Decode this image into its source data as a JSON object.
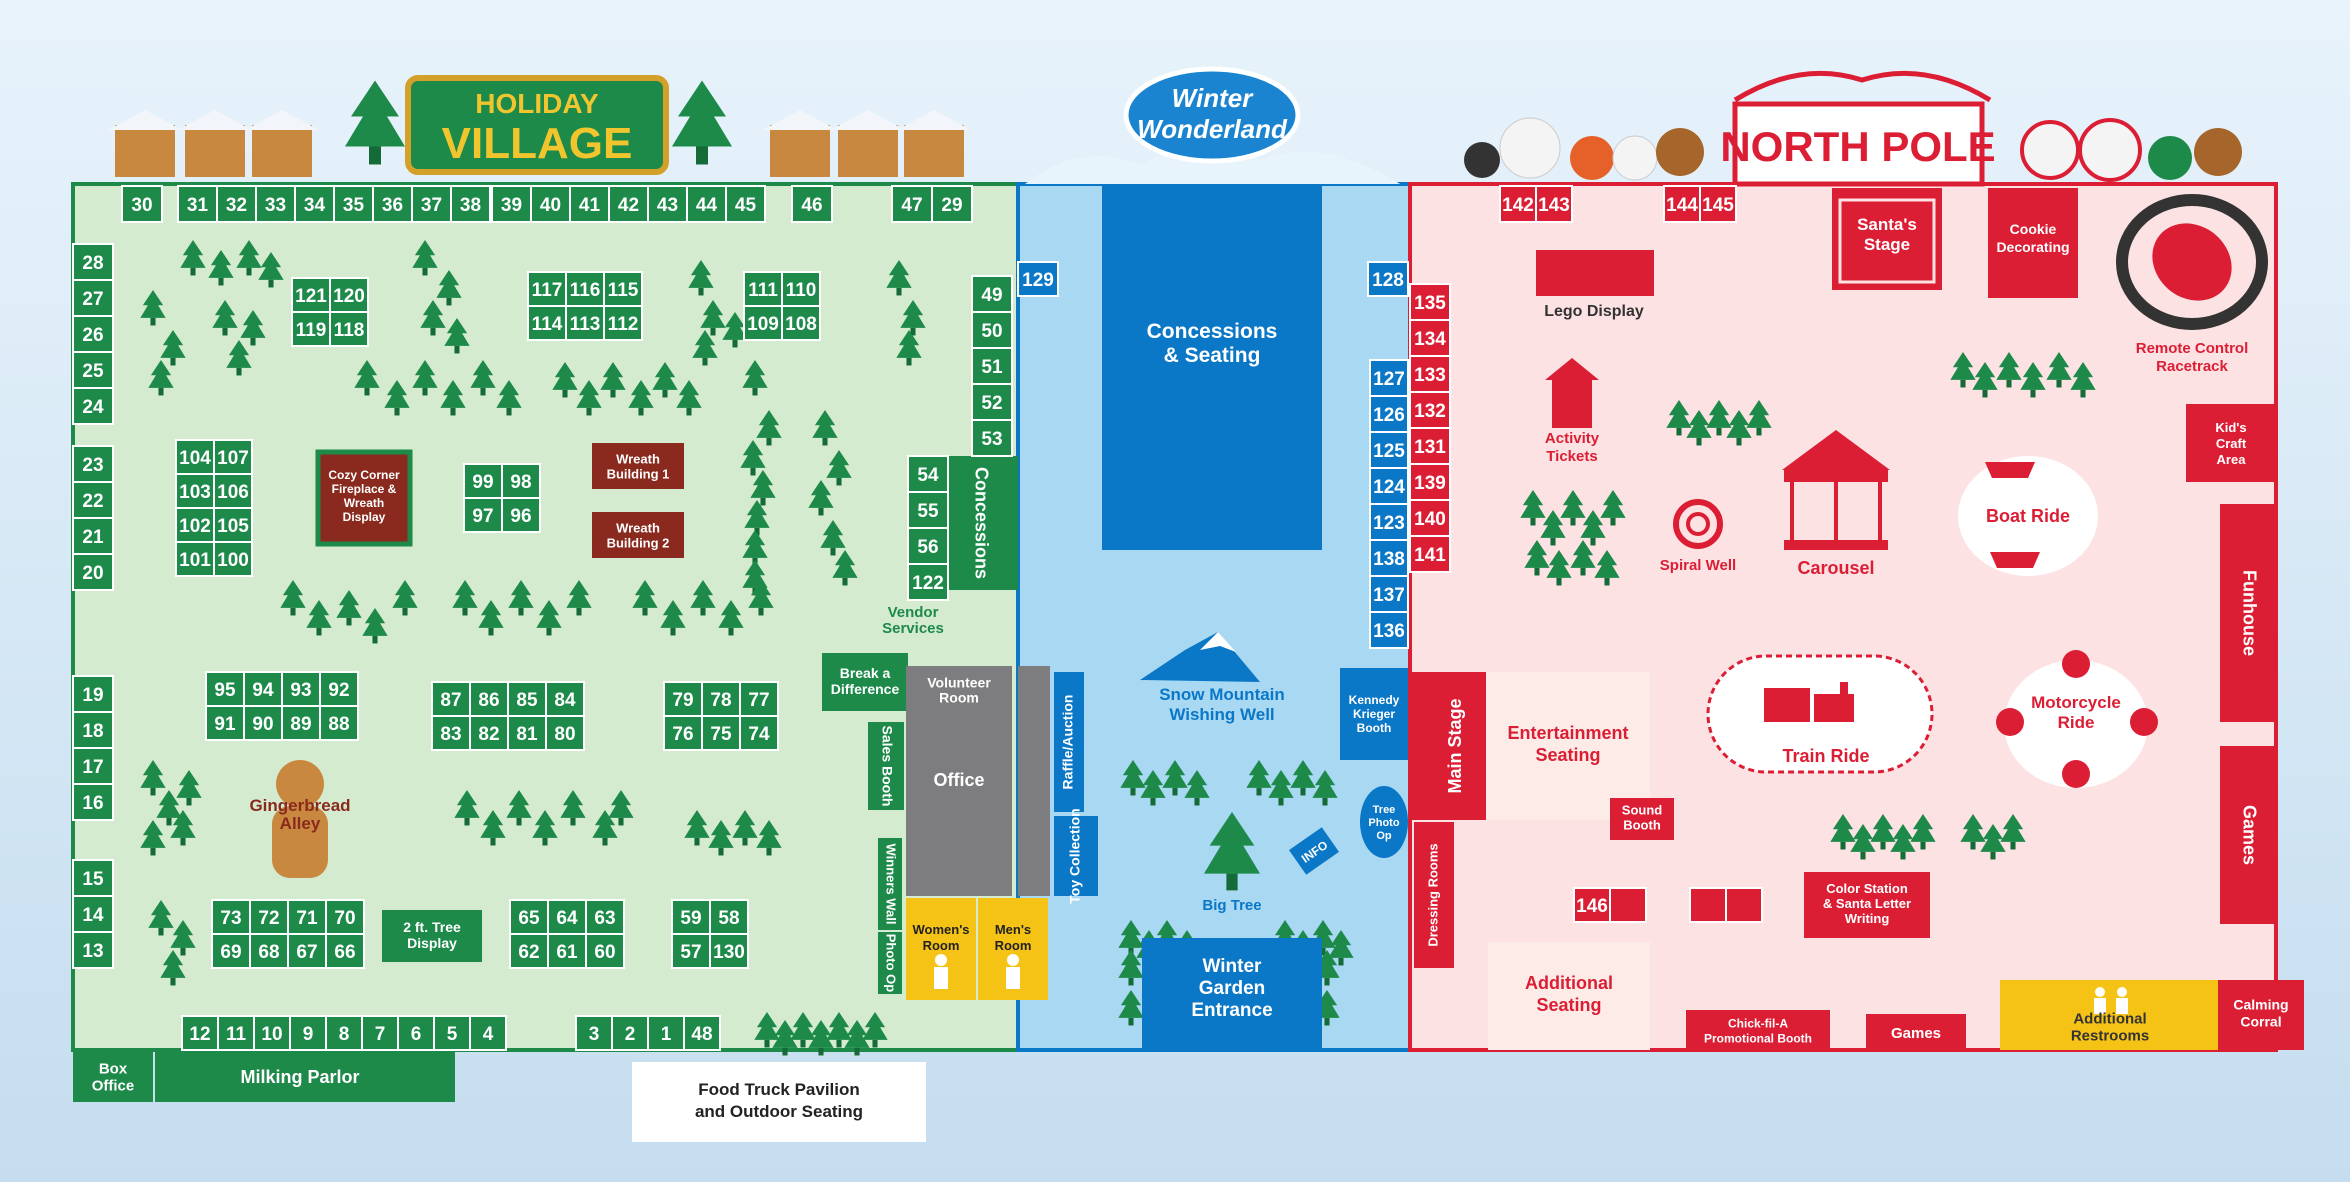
{
  "colors": {
    "green": "#1d8a4a",
    "green_dark": "#146b37",
    "green_bg": "#d5ebcf",
    "blue": "#0a77c7",
    "blue_bg": "#a8d8f2",
    "red": "#dc1e35",
    "red_bg": "#fde2e4",
    "gray": "#7d7d7f",
    "yellow": "#f5c316",
    "brown": "#8a2a1e",
    "white": "#ffffff"
  },
  "headers": {
    "holiday_line1": "HOLIDAY",
    "holiday_line2": "VILLAGE",
    "winter_line1": "Winter",
    "winter_line2": "Wonderland",
    "north_pole": "NORTH POLE"
  },
  "green_labels": [
    {
      "id": "concessions-green",
      "text": "Concessions"
    },
    {
      "id": "vendor-services",
      "text": "Vendor Services"
    },
    {
      "id": "break-a-difference",
      "text": "Break a Difference"
    },
    {
      "id": "sales-booth",
      "text": "Sales Booth"
    },
    {
      "id": "winners-wall",
      "text": "Winners Wall"
    },
    {
      "id": "photo-op",
      "text": "Photo Op"
    },
    {
      "id": "box-office",
      "text": "Box Office"
    },
    {
      "id": "milking-parlor",
      "text": "Milking Parlor"
    },
    {
      "id": "cozy-corner",
      "text": "Cozy Corner Fireplace & Wreath Display"
    },
    {
      "id": "wreath-1",
      "text": "Wreath Building 1"
    },
    {
      "id": "wreath-2",
      "text": "Wreath Building 2"
    },
    {
      "id": "gingerbread-alley",
      "text": "Gingerbread Alley"
    },
    {
      "id": "tree-display",
      "text": "2 ft. Tree Display"
    },
    {
      "id": "food-truck",
      "text": "Food Truck Pavilion and Outdoor Seating"
    }
  ],
  "blue_labels": [
    {
      "id": "concessions-seating",
      "text": "Concessions & Seating"
    },
    {
      "id": "volunteer-room",
      "text": "Volunteer Room"
    },
    {
      "id": "office",
      "text": "Office"
    },
    {
      "id": "raffle-auction",
      "text": "Raffle/Auction"
    },
    {
      "id": "toy-collection",
      "text": "Toy Collection"
    },
    {
      "id": "womens-room",
      "text": "Women's Room"
    },
    {
      "id": "mens-room",
      "text": "Men's Room"
    },
    {
      "id": "snow-mountain",
      "text": "Snow Mountain Wishing Well"
    },
    {
      "id": "kennedy-krieger",
      "text": "Kennedy Krieger Booth"
    },
    {
      "id": "tree-photo-op",
      "text": "Tree Photo Op"
    },
    {
      "id": "info",
      "text": "INFO"
    },
    {
      "id": "big-tree",
      "text": "Big Tree"
    },
    {
      "id": "winter-garden",
      "text": "Winter Garden Entrance"
    }
  ],
  "red_labels": [
    {
      "id": "santas-stage",
      "text": "Santa's Stage"
    },
    {
      "id": "cookie-decorating",
      "text": "Cookie Decorating"
    },
    {
      "id": "lego-display",
      "text": "Lego Display"
    },
    {
      "id": "remote-control",
      "text": "Remote Control Racetrack"
    },
    {
      "id": "activity-tickets",
      "text": "Activity Tickets"
    },
    {
      "id": "kids-craft",
      "text": "Kid's Craft Area"
    },
    {
      "id": "boat-ride",
      "text": "Boat Ride"
    },
    {
      "id": "carousel",
      "text": "Carousel"
    },
    {
      "id": "spiral-well",
      "text": "Spiral Well"
    },
    {
      "id": "funhouse",
      "text": "Funhouse"
    },
    {
      "id": "main-stage",
      "text": "Main Stage"
    },
    {
      "id": "entertainment-seating",
      "text": "Entertainment Seating"
    },
    {
      "id": "train-ride",
      "text": "Train Ride"
    },
    {
      "id": "motorcycle-ride",
      "text": "Motorcycle Ride"
    },
    {
      "id": "sound-booth",
      "text": "Sound Booth"
    },
    {
      "id": "games-right",
      "text": "Games"
    },
    {
      "id": "dressing-rooms",
      "text": "Dressing Rooms"
    },
    {
      "id": "color-station",
      "text": "Color Station & Santa Letter Writing"
    },
    {
      "id": "additional-seating",
      "text": "Additional Seating"
    },
    {
      "id": "chick-fil-a",
      "text": "Chick-fil-A Promotional Booth"
    },
    {
      "id": "games-bottom",
      "text": "Games"
    },
    {
      "id": "additional-restrooms",
      "text": "Additional Restrooms"
    },
    {
      "id": "calming-corral",
      "text": "Calming Corral"
    }
  ],
  "booths": [
    "30",
    "31",
    "32",
    "33",
    "34",
    "35",
    "36",
    "37",
    "38",
    "39",
    "40",
    "41",
    "42",
    "43",
    "44",
    "45",
    "46",
    "47",
    "29",
    "28",
    "27",
    "26",
    "25",
    "24",
    "23",
    "22",
    "21",
    "20",
    "19",
    "18",
    "17",
    "16",
    "15",
    "14",
    "13",
    "12",
    "11",
    "10",
    "9",
    "8",
    "7",
    "6",
    "5",
    "4",
    "3",
    "2",
    "1",
    "48",
    "49",
    "50",
    "51",
    "52",
    "53",
    "54",
    "55",
    "56",
    "122",
    "121",
    "120",
    "119",
    "118",
    "117",
    "116",
    "115",
    "114",
    "113",
    "112",
    "111",
    "110",
    "109",
    "108",
    "104",
    "107",
    "103",
    "106",
    "102",
    "105",
    "101",
    "100",
    "99",
    "98",
    "97",
    "96",
    "95",
    "94",
    "93",
    "92",
    "91",
    "90",
    "89",
    "88",
    "87",
    "86",
    "85",
    "84",
    "83",
    "82",
    "81",
    "80",
    "79",
    "78",
    "77",
    "76",
    "75",
    "74",
    "73",
    "72",
    "71",
    "70",
    "69",
    "68",
    "67",
    "66",
    "65",
    "64",
    "63",
    "62",
    "61",
    "60",
    "59",
    "58",
    "57",
    "130",
    "129",
    "128",
    "127",
    "126",
    "125",
    "124",
    "123",
    "138",
    "137",
    "136",
    "135",
    "134",
    "133",
    "132",
    "131",
    "139",
    "140",
    "141",
    "142",
    "143",
    "144",
    "145",
    "146"
  ]
}
